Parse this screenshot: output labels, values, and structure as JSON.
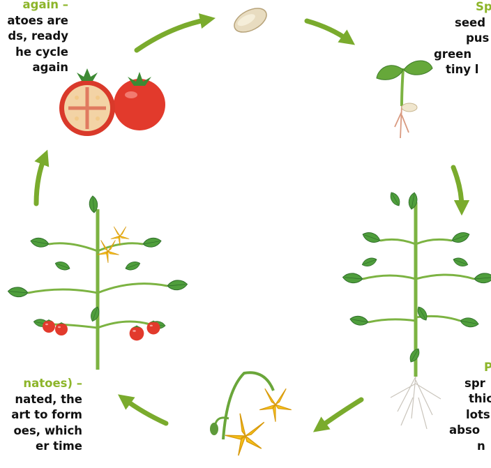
{
  "colors": {
    "accent": "#8db52a",
    "arrow": "#7aab2d",
    "leaf": "#4a9a3a",
    "tomato": "#e23a2c",
    "flower": "#f7c21b",
    "text": "#111111"
  },
  "top_left_text": {
    "lines": [
      "again –",
      "atoes are",
      "ds, ready",
      "he cycle",
      "again"
    ]
  },
  "top_right_text": {
    "lines": [
      "Sp",
      "seed",
      "pus",
      "green",
      "tiny l"
    ]
  },
  "mid_right_text": {
    "lines": [
      "P",
      "spr",
      "thic",
      "lots",
      "abso",
      "n"
    ]
  },
  "bottom_left_text": {
    "lines": [
      "natoes) –",
      "nated, the",
      "art to form",
      "oes, which",
      "er time"
    ]
  },
  "stages": [
    {
      "icon": "seed-icon"
    },
    {
      "icon": "sprout-icon"
    },
    {
      "icon": "young-plant-icon"
    },
    {
      "icon": "flower-icon"
    },
    {
      "icon": "fruiting-plant-icon"
    },
    {
      "icon": "tomato-fruit-icon"
    }
  ]
}
